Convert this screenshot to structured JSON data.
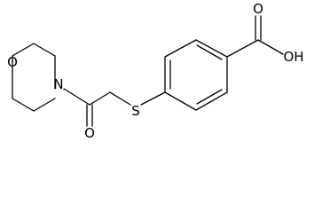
{
  "molecule": {
    "atoms": {
      "ring_oxygen": "O",
      "ring_nitrogen": "N",
      "carbonyl_oxygen": "O",
      "thioether_sulfur": "S",
      "carboxyl_carbonyl_oxygen": "O",
      "carboxyl_hydroxyl": "OH"
    }
  }
}
